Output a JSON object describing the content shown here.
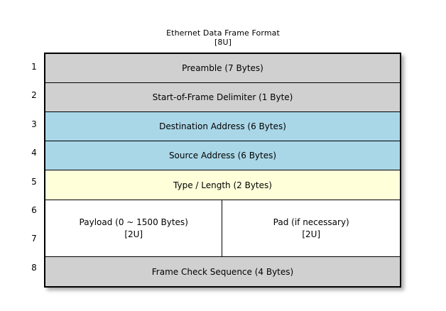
{
  "title": {
    "main": "Ethernet Data Frame Format",
    "sub": "[8U]"
  },
  "colors": {
    "page_background": "#ffffff",
    "header_gray": "#d0d0d0",
    "address_blue": "#aad7e8",
    "type_yellow": "#ffffda",
    "payload_white": "#ffffff",
    "border": "#000000",
    "text": "#000000"
  },
  "row_numbers": [
    "1",
    "2",
    "3",
    "4",
    "5",
    "6",
    "7",
    "8"
  ],
  "rows": [
    {
      "number": "1",
      "label": "Preamble (7 Bytes)",
      "color_name": "header_gray"
    },
    {
      "number": "2",
      "label": "Start-of-Frame Delimiter (1 Byte)",
      "color_name": "header_gray"
    },
    {
      "number": "3",
      "label": "Destination Address (6 Bytes)",
      "color_name": "address_blue"
    },
    {
      "number": "4",
      "label": "Source Address (6 Bytes)",
      "color_name": "address_blue"
    },
    {
      "number": "5",
      "label": "Type / Length (2 Bytes)",
      "color_name": "type_yellow"
    },
    {
      "number": "6-7",
      "color_name": "payload_white",
      "split": true,
      "left_label": "Payload (0 ~ 1500 Bytes)",
      "left_sub": "[2U]",
      "right_label": "Pad (if necessary)",
      "right_sub": "[2U]"
    },
    {
      "number": "8",
      "label": "Frame Check Sequence (4 Bytes)",
      "color_name": "header_gray"
    }
  ]
}
